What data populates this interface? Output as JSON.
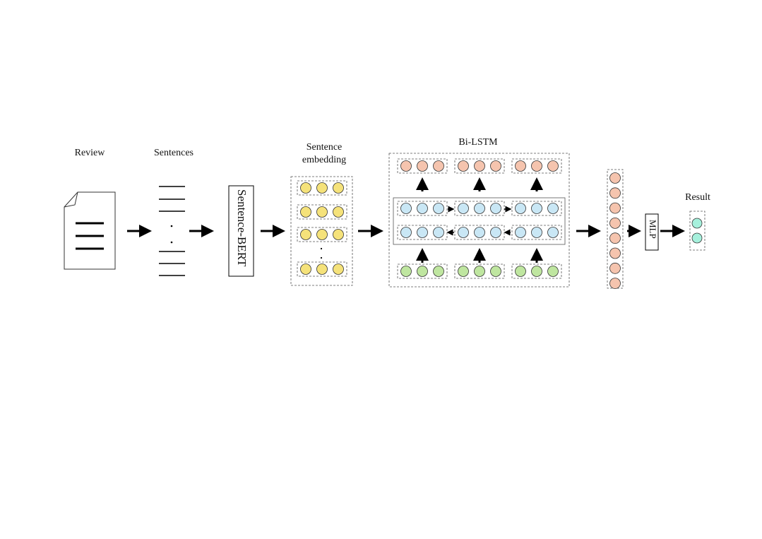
{
  "labels": {
    "review": "Review",
    "sentences": "Sentences",
    "sentence_embedding_line1": "Sentence",
    "sentence_embedding_line2": "embedding",
    "bilstm": "Bi-LSTM",
    "result": "Result",
    "sbert": "Sentence-BERT",
    "mlp": "MLP"
  },
  "colors": {
    "yellow": "#f5e27a",
    "blue": "#c9e7f5",
    "green": "#bfe6a0",
    "salmon": "#f5c4ae",
    "teal": "#a6f0dc"
  }
}
